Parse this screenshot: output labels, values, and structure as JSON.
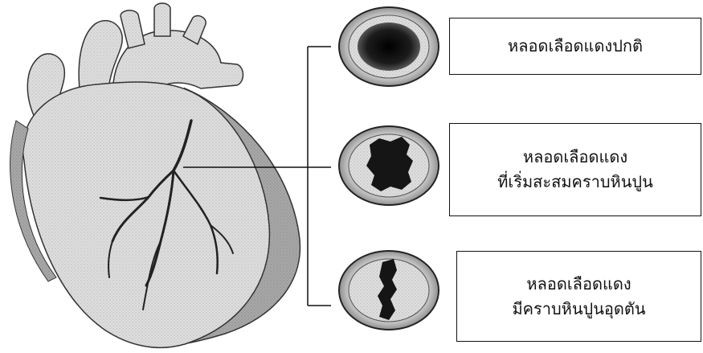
{
  "labels": {
    "normal_artery": {
      "line1": "หลอดเลือดแดงปกติ"
    },
    "early_plaque_artery": {
      "line1": "หลอดเลือดแดง",
      "line2": "ที่เริ่มสะสมคราบหินปูน"
    },
    "blocked_artery": {
      "line1": "หลอดเลือดแดง",
      "line2": "มีคราบหินปูนอุดตัน"
    }
  },
  "icons": {
    "heart": "heart-illustration",
    "artery_normal": "artery-cross-section-normal",
    "artery_early": "artery-cross-section-early-plaque",
    "artery_blocked": "artery-cross-section-blocked"
  },
  "colors": {
    "outline": "#111111",
    "heart_fill": "#d9d9d9",
    "heart_shade": "#9a9a9a",
    "lumen_dark": "#1a1a1a",
    "artery_wall": "#c8c8c8"
  }
}
